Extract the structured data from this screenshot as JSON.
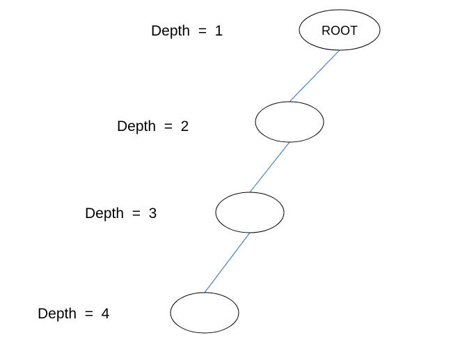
{
  "diagram": {
    "depth_labels": [
      "Depth  =  1",
      "Depth  =  2",
      "Depth  =  3",
      "Depth  =  4"
    ],
    "nodes": [
      {
        "label": "ROOT"
      },
      {
        "label": ""
      },
      {
        "label": ""
      },
      {
        "label": ""
      }
    ],
    "colors": {
      "edge": "#4a7ebb",
      "node_outline": "#000000",
      "node_fill": "#ffffff",
      "text": "#000000"
    }
  }
}
